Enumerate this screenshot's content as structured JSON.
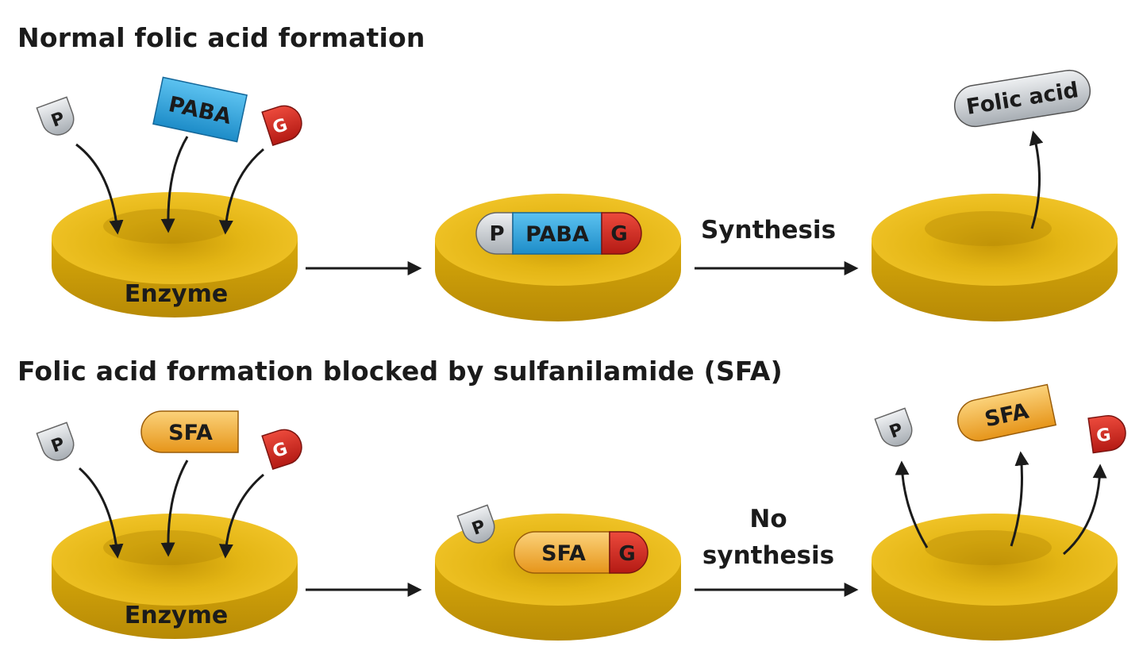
{
  "headings": {
    "normal": "Normal folic acid formation",
    "blocked": "Folic acid formation blocked by sulfanilamide (SFA)"
  },
  "labels": {
    "enzyme": "Enzyme",
    "p": "P",
    "paba": "PABA",
    "g": "G",
    "sfa": "SFA",
    "folic_acid": "Folic acid",
    "synthesis": "Synthesis",
    "no_synthesis_line1": "No",
    "no_synthesis_line2": "synthesis"
  },
  "colors": {
    "enzyme": "#e0b20c",
    "p": "#c9cdd1",
    "paba": "#2aa3e0",
    "g": "#cf2a22",
    "sfa": "#f0a524",
    "arrow": "#1b1b1b"
  }
}
